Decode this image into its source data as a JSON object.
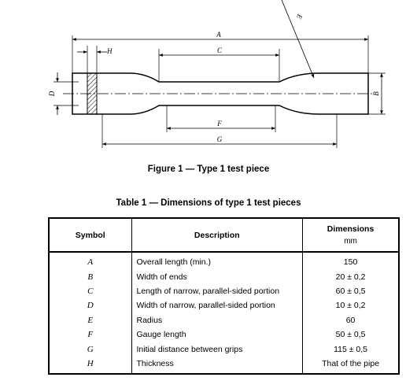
{
  "figure": {
    "labels": {
      "A": "A",
      "B": "B",
      "C": "C",
      "D": "D",
      "E": "E",
      "F": "F",
      "G": "G",
      "H": "H"
    },
    "caption": "Figure 1 — Type 1 test piece"
  },
  "table": {
    "caption": "Table 1 — Dimensions of type 1 test pieces",
    "headers": {
      "symbol": "Symbol",
      "description": "Description",
      "dimensions": "Dimensions",
      "unit": "mm"
    },
    "rows": [
      {
        "symbol": "A",
        "description": "Overall length (min.)",
        "value": "150"
      },
      {
        "symbol": "B",
        "description": "Width of ends",
        "value": "20 ± 0,2"
      },
      {
        "symbol": "C",
        "description": "Length of narrow, parallel-sided portion",
        "value": "60 ± 0,5"
      },
      {
        "symbol": "D",
        "description": "Width of narrow, parallel-sided portion",
        "value": "10 ± 0,2"
      },
      {
        "symbol": "E",
        "description": "Radius",
        "value": "60"
      },
      {
        "symbol": "F",
        "description": "Gauge length",
        "value": "50 ± 0,5"
      },
      {
        "symbol": "G",
        "description": "Initial distance between grips",
        "value": "115 ± 0,5"
      },
      {
        "symbol": "H",
        "description": "Thickness",
        "value": "That of the pipe"
      }
    ]
  }
}
